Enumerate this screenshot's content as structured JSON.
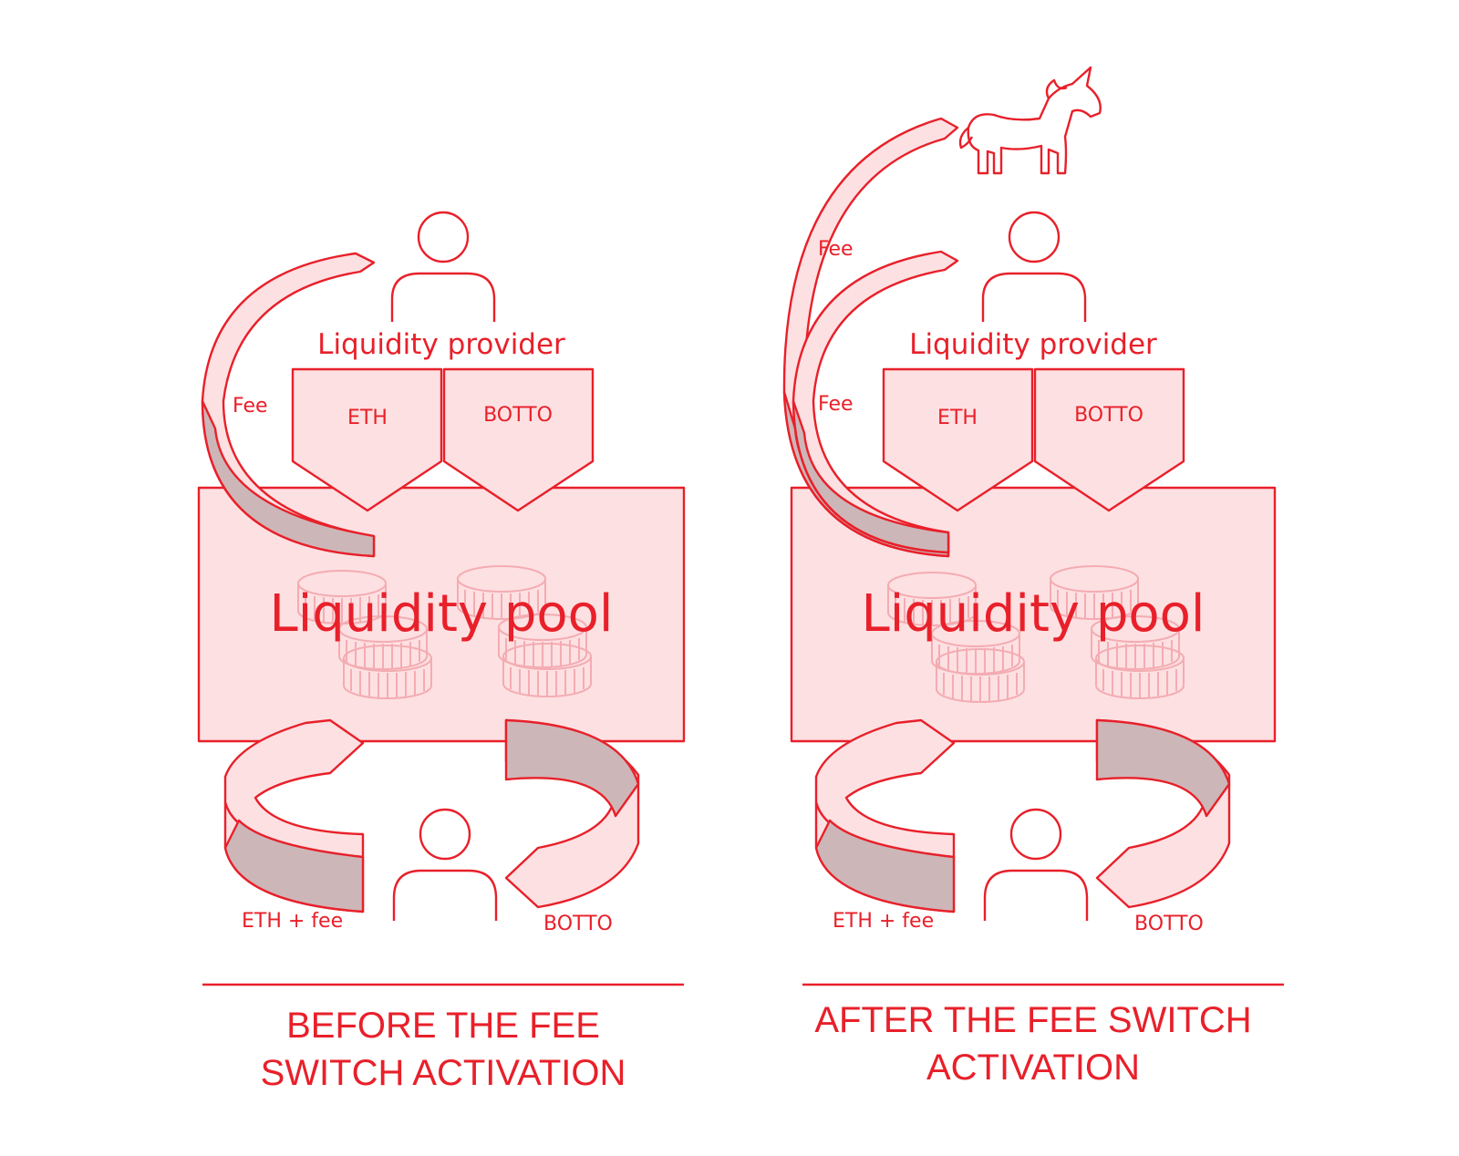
{
  "panels": [
    {
      "provider_label": "Liquidity provider",
      "token_left": "ETH",
      "token_right": "BOTTO",
      "pool_label": "Liquidity pool",
      "fee_labels": [
        "Fee"
      ],
      "swap_left_label": "ETH + fee",
      "swap_right_label": "BOTTO",
      "caption_lines": [
        "BEFORE THE FEE",
        "SWITCH ACTIVATION"
      ]
    },
    {
      "provider_label": "Liquidity provider",
      "token_left": "ETH",
      "token_right": "BOTTO",
      "pool_label": "Liquidity pool",
      "fee_labels": [
        "Fee",
        "Fee"
      ],
      "swap_left_label": "ETH + fee",
      "swap_right_label": "BOTTO",
      "caption_lines": [
        "AFTER THE FEE SWITCH",
        "ACTIVATION"
      ]
    }
  ],
  "icons": {
    "provider": "person-icon",
    "trader": "person-icon",
    "protocol": "unicorn-icon",
    "pool_decoration": "coin-stack-icon"
  },
  "colors": {
    "accent": "#e8202a",
    "light_fill": "#fde0e2",
    "shadow_fill": "#cdb6b8",
    "coin_outline": "#f2a7ad"
  }
}
